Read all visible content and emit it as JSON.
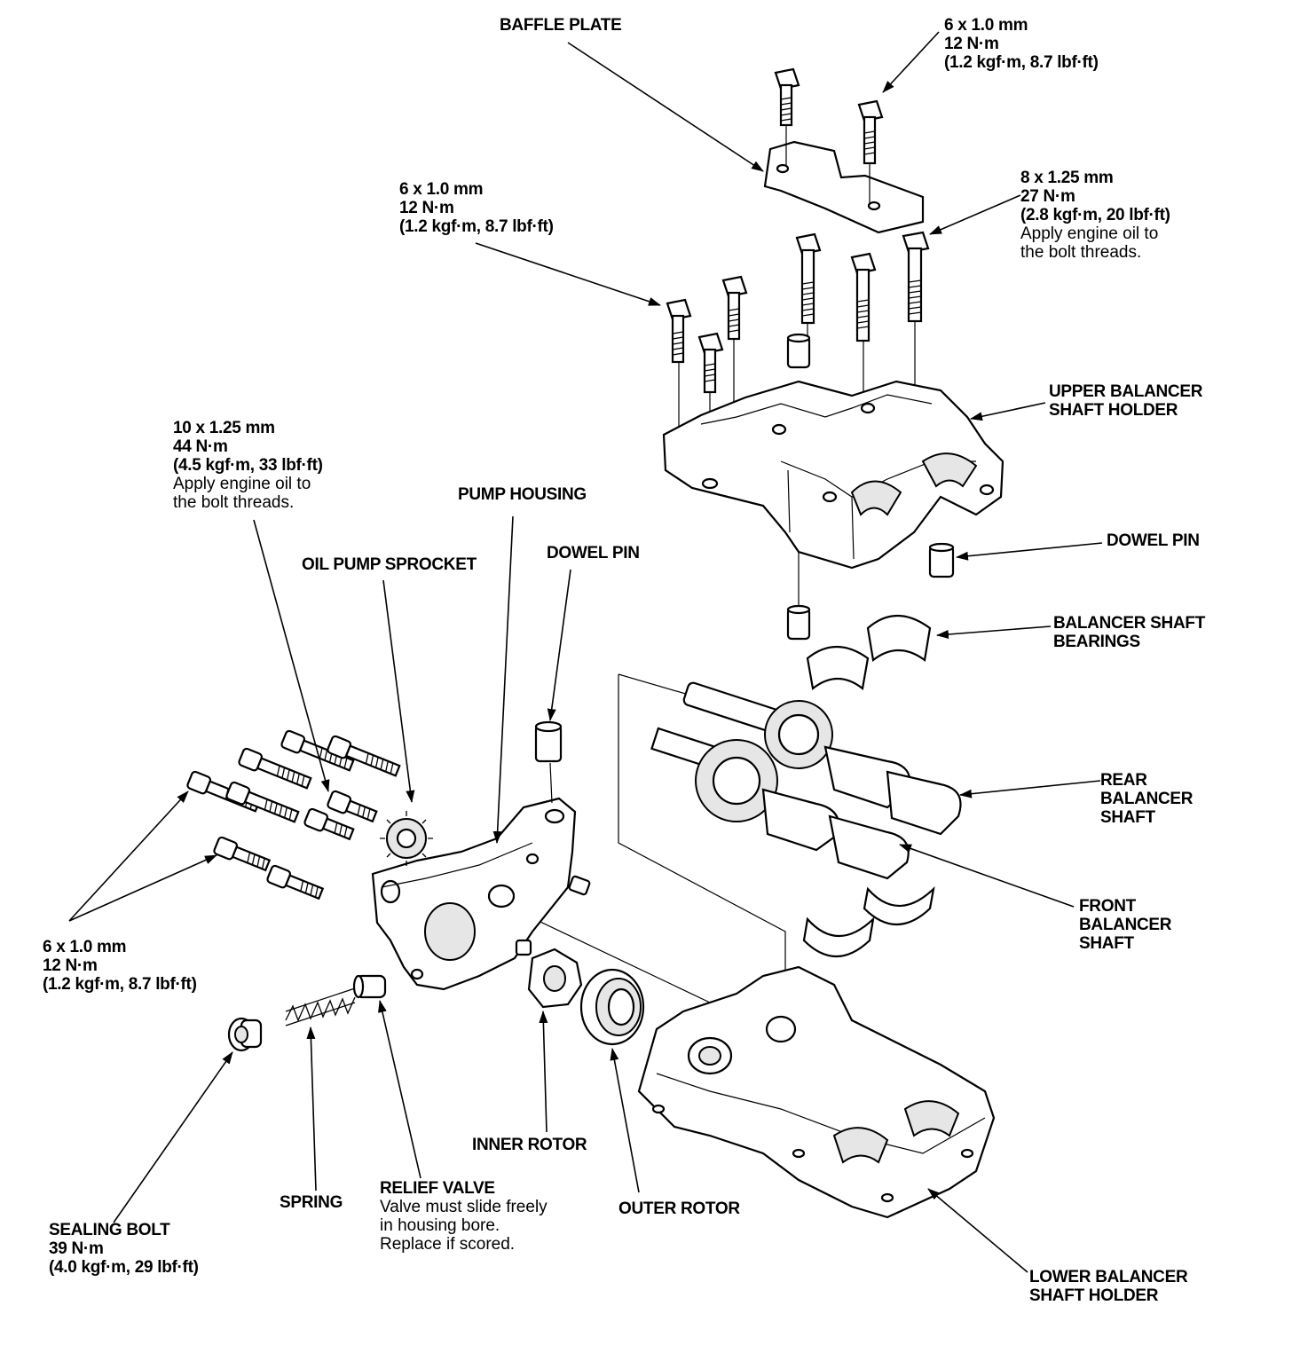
{
  "labels": {
    "baffle_plate": "BAFFLE PLATE",
    "bolt_baffle": {
      "size": "6 x 1.0 mm",
      "torque": "12 N·m",
      "alt": "(1.2 kgf·m, 8.7 lbf·ft)"
    },
    "bolt_upper_small": {
      "size": "6 x 1.0 mm",
      "torque": "12 N·m",
      "alt": "(1.2 kgf·m, 8.7 lbf·ft)"
    },
    "bolt_upper_large": {
      "size": "8 x 1.25 mm",
      "torque": "27 N·m",
      "alt": "(2.8 kgf·m, 20 lbf·ft)",
      "note1": "Apply engine oil to",
      "note2": "the bolt threads."
    },
    "upper_holder": {
      "line1": "UPPER BALANCER",
      "line2": "SHAFT HOLDER"
    },
    "dowel_pin_right": "DOWEL PIN",
    "bearings": {
      "line1": "BALANCER SHAFT",
      "line2": "BEARINGS"
    },
    "bolt_pump_large": {
      "size": "10 x 1.25 mm",
      "torque": "44 N·m",
      "alt": "(4.5 kgf·m, 33 lbf·ft)",
      "note1": "Apply engine oil to",
      "note2": "the bolt threads."
    },
    "pump_housing": "PUMP HOUSING",
    "oil_pump_sprocket": "OIL PUMP SPROCKET",
    "dowel_pin_center": "DOWEL PIN",
    "rear_shaft": {
      "line1": "REAR",
      "line2": "BALANCER",
      "line3": "SHAFT"
    },
    "front_shaft": {
      "line1": "FRONT",
      "line2": "BALANCER",
      "line3": "SHAFT"
    },
    "bolt_pump_small": {
      "size": "6 x 1.0 mm",
      "torque": "12 N·m",
      "alt": "(1.2 kgf·m, 8.7 lbf·ft)"
    },
    "inner_rotor": "INNER ROTOR",
    "outer_rotor": "OUTER ROTOR",
    "spring": "SPRING",
    "relief_valve": {
      "title": "RELIEF VALVE",
      "note1": "Valve must slide freely",
      "note2": "in housing bore.",
      "note3": "Replace if scored."
    },
    "sealing_bolt": {
      "title": "SEALING BOLT",
      "torque": "39 N·m",
      "alt": "(4.0 kgf·m, 29 lbf·ft)"
    },
    "lower_holder": {
      "line1": "LOWER BALANCER",
      "line2": "SHAFT HOLDER"
    }
  }
}
